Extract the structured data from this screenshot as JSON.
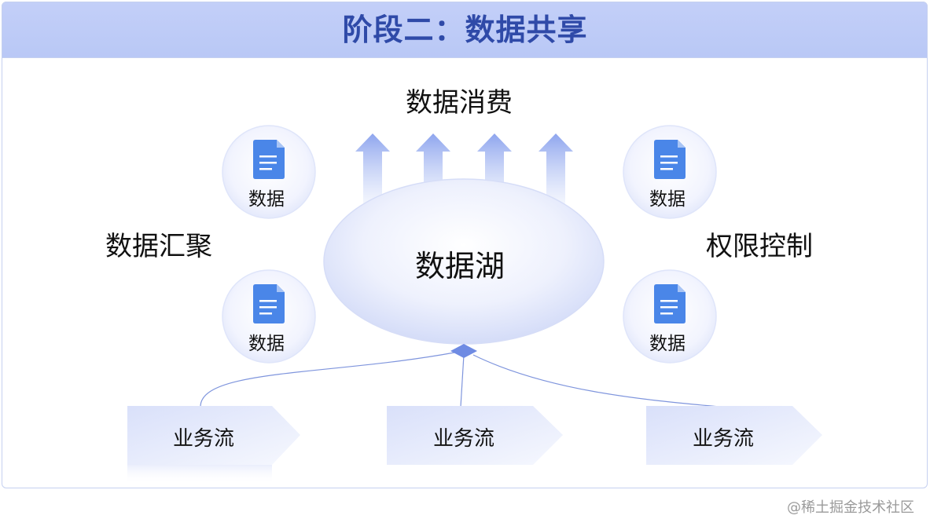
{
  "banner": {
    "title": "阶段二：数据共享"
  },
  "sections": {
    "consumption": "数据消费",
    "aggregation": "数据汇聚",
    "permission": "权限控制"
  },
  "lake": {
    "label": "数据湖"
  },
  "bubbles": [
    {
      "label": "数据",
      "icon": "document-icon"
    },
    {
      "label": "数据",
      "icon": "document-icon"
    },
    {
      "label": "数据",
      "icon": "document-icon"
    },
    {
      "label": "数据",
      "icon": "document-icon"
    }
  ],
  "flows": [
    {
      "label": "业务流"
    },
    {
      "label": "业务流"
    },
    {
      "label": "业务流"
    }
  ],
  "watermark": "@稀土掘金技术社区",
  "colors": {
    "banner_bg": "#c3cff8",
    "banner_text": "#2f4aa8",
    "doc_icon": "#4a86e8",
    "arrow": "#8fa6ef",
    "border": "#c5d0f0"
  }
}
